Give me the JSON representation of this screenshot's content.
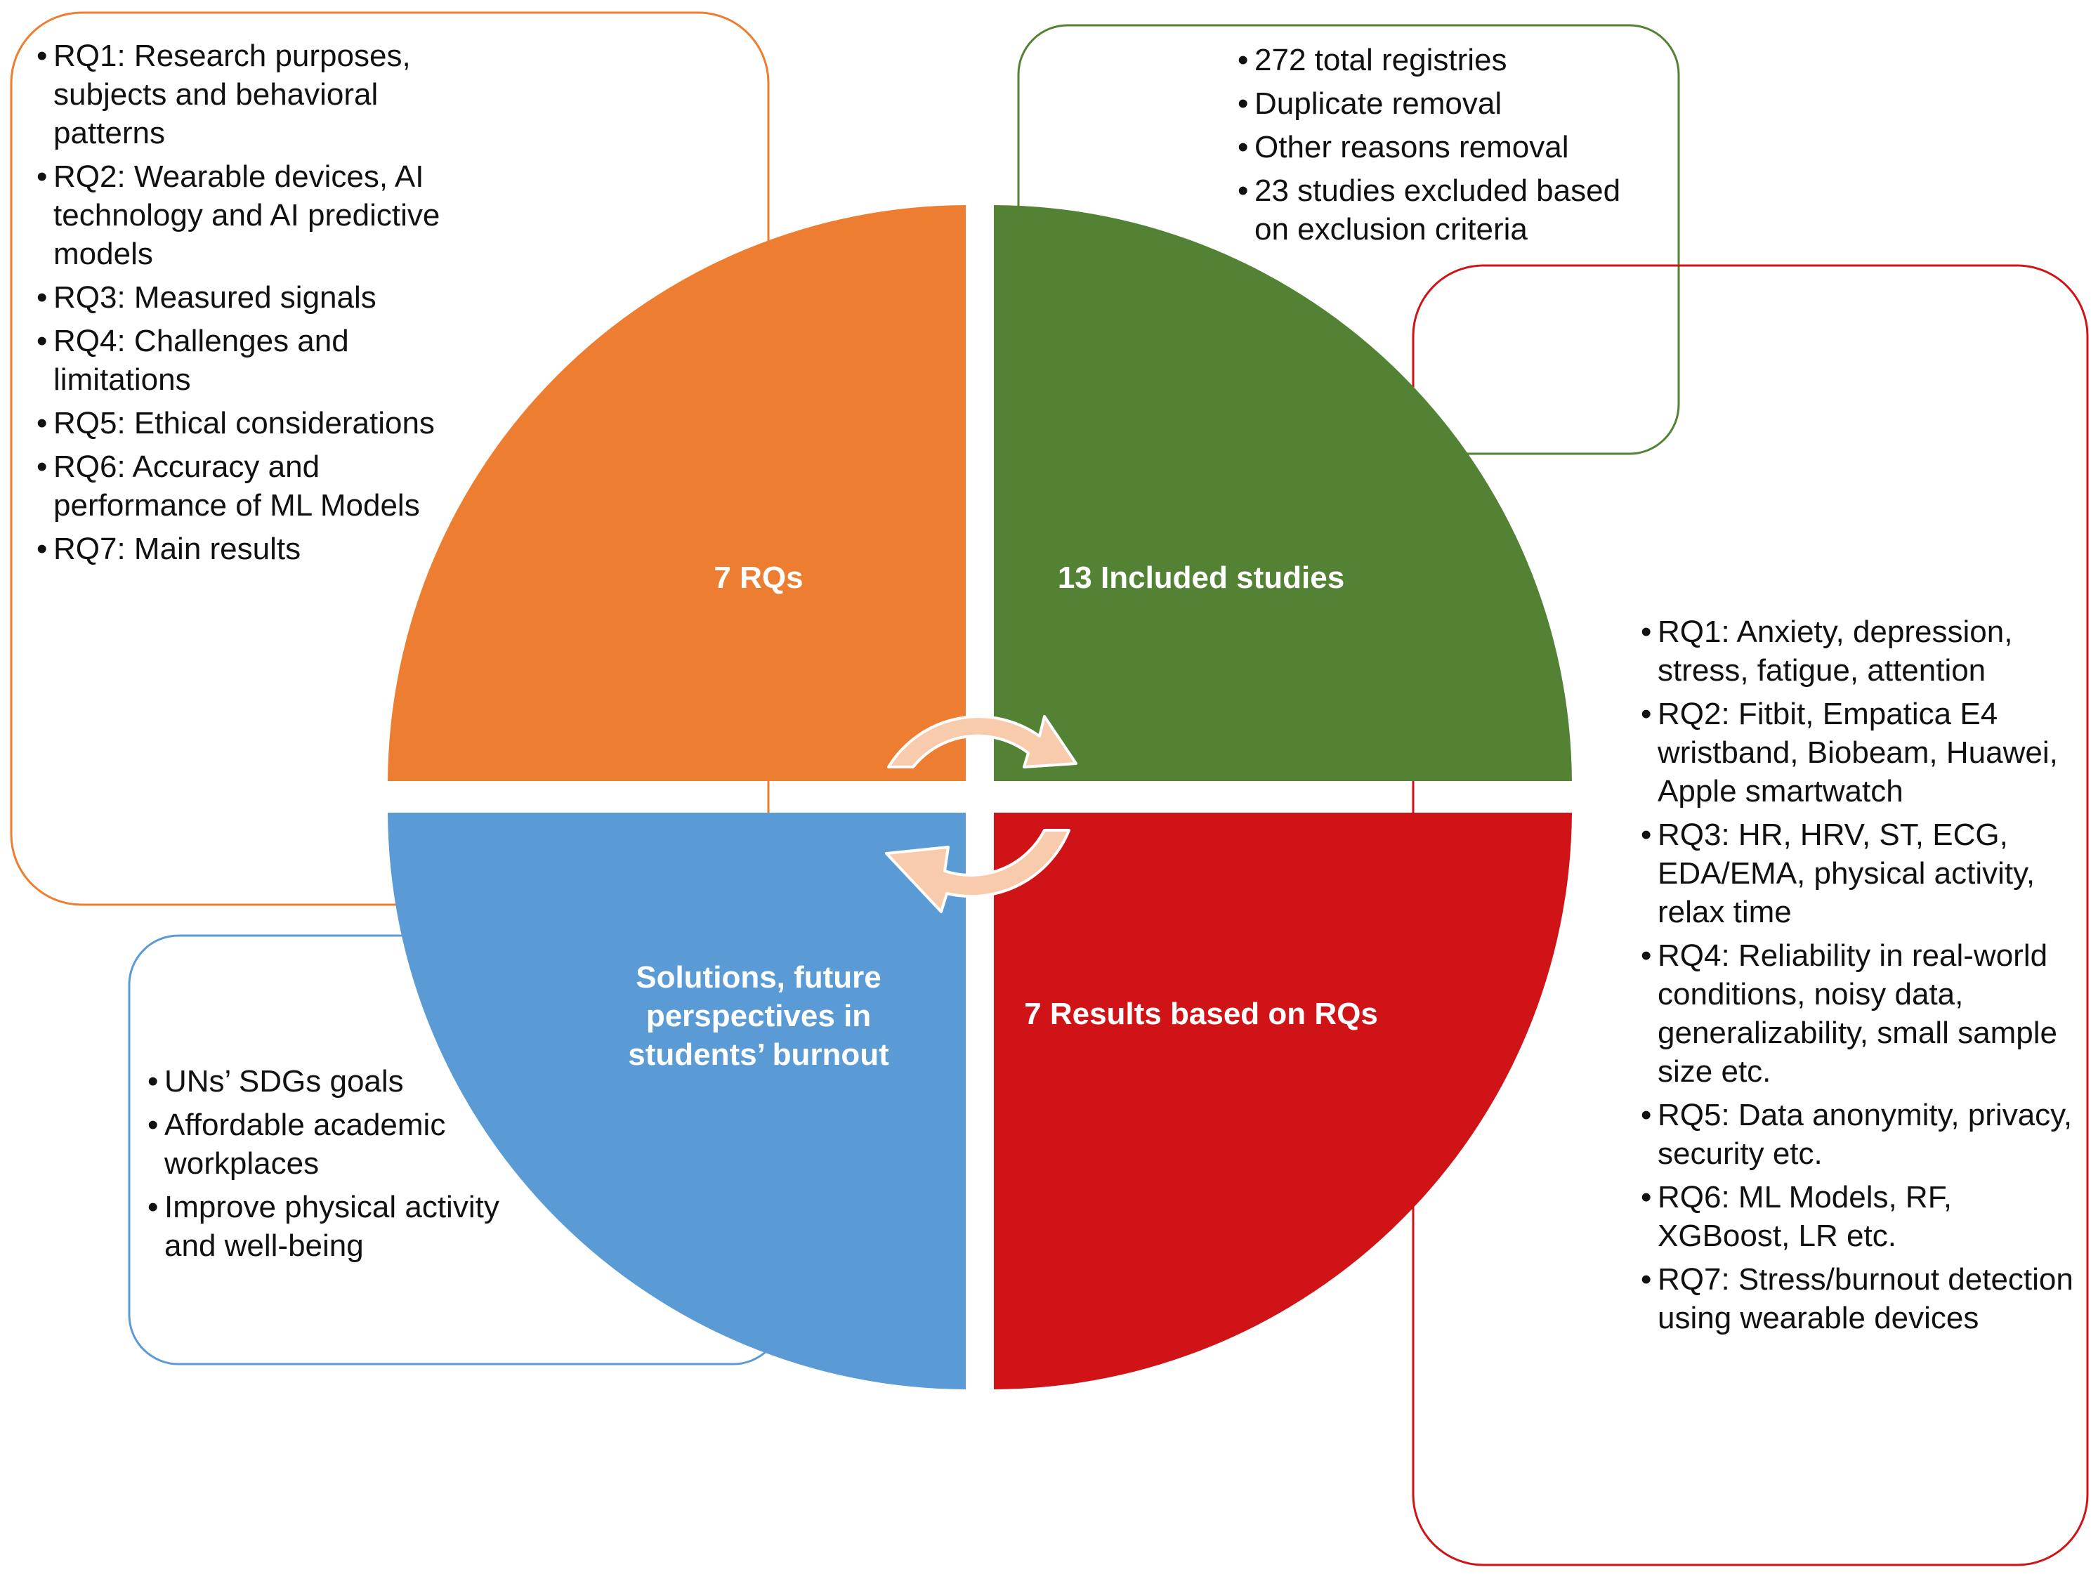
{
  "diagram": {
    "colors": {
      "orange": "#ED7D31",
      "green": "#548235",
      "blue": "#5B9BD5",
      "red": "#D01317",
      "arrow_fill": "#F8CBAD",
      "arrow_stroke": "#FFFFFF"
    },
    "quadrants": {
      "top_left": {
        "label": "7 RQs"
      },
      "top_right": {
        "label": "13 Included studies"
      },
      "bottom_left": {
        "label": "Solutions, future\nperspectives in\nstudents’ burnout"
      },
      "bottom_right": {
        "label": "7 Results based on RQs"
      }
    },
    "boxes": {
      "orange": {
        "items": [
          "RQ1: Research purposes, subjects and behavioral patterns",
          "RQ2: Wearable devices, AI technology and AI predictive models",
          "RQ3: Measured signals",
          "RQ4: Challenges and limitations",
          "RQ5: Ethical considerations",
          "RQ6: Accuracy and performance of ML Models",
          "RQ7: Main results"
        ]
      },
      "green": {
        "items": [
          "272 total registries",
          "Duplicate removal",
          "Other reasons removal",
          "23 studies excluded based on exclusion criteria"
        ]
      },
      "red": {
        "items": [
          "RQ1: Anxiety, depression, stress, fatigue, attention",
          "RQ2: Fitbit, Empatica E4 wristband, Biobeam, Huawei, Apple smartwatch",
          "RQ3: HR, HRV, ST, ECG, EDA/EMA, physical activity, relax time",
          "RQ4: Reliability in real-world conditions, noisy data, generalizability, small sample size etc.",
          "RQ5: Data anonymity, privacy, security etc.",
          "RQ6: ML Models, RF, XGBoost, LR etc.",
          "RQ7: Stress/burnout detection using wearable devices"
        ]
      },
      "blue": {
        "items": [
          "UNs’ SDGs goals",
          "Affordable academic workplaces",
          "Improve physical activity and well-being"
        ]
      }
    }
  }
}
